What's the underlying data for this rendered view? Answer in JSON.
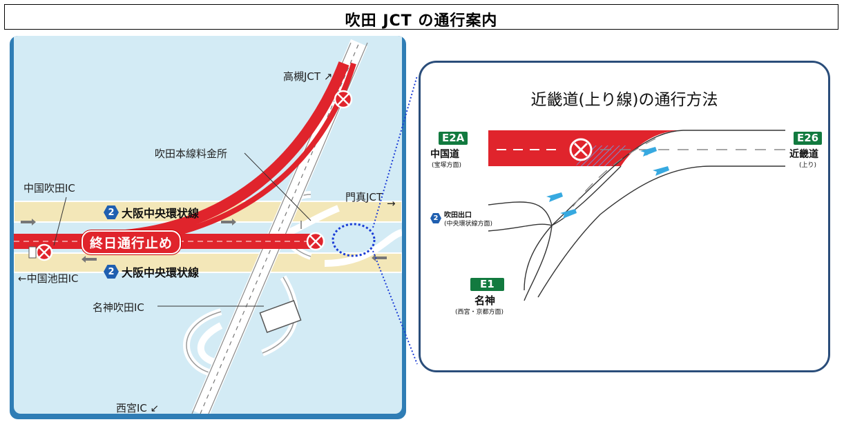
{
  "title": "吹田 JCT の通行案内",
  "map": {
    "labels": {
      "takatsuki": "高槻JCT ↗",
      "toll": "吹田本線料金所",
      "chugoku_suita": "中国吹田IC",
      "kadoma": "門真JCT",
      "kadoma_arrow": "→",
      "chugoku_ikeda": "←中国池田IC",
      "meishin_suita": "名神吹田IC",
      "nishinomiya": "西宮IC ↙"
    },
    "routes": [
      {
        "number": "2",
        "name": "大阪中央環状線"
      },
      {
        "number": "2",
        "name": "大阪中央環状線"
      }
    ],
    "closed_label": "終日通行止め"
  },
  "detail": {
    "title": "近畿道(上り線)の通行方法",
    "e2a": {
      "code": "E2A",
      "name": "中国道",
      "sub": "(宝塚方面)"
    },
    "e26": {
      "code": "E26",
      "name": "近畿道",
      "sub": "(上り)"
    },
    "exit": {
      "number": "2",
      "name": "吹田出口",
      "sub": "(中央環状線方面)"
    },
    "e1": {
      "code": "E1",
      "name": "名神",
      "sub": "(西宮・京都方面)"
    }
  },
  "colors": {
    "accent_red": "#e0242c",
    "road_cream": "#f3e7b8",
    "water": "#d3ebf5",
    "frame_blue": "#2f7db5",
    "arrow_blue": "#37a9e0",
    "badge_green": "#127a3f"
  }
}
